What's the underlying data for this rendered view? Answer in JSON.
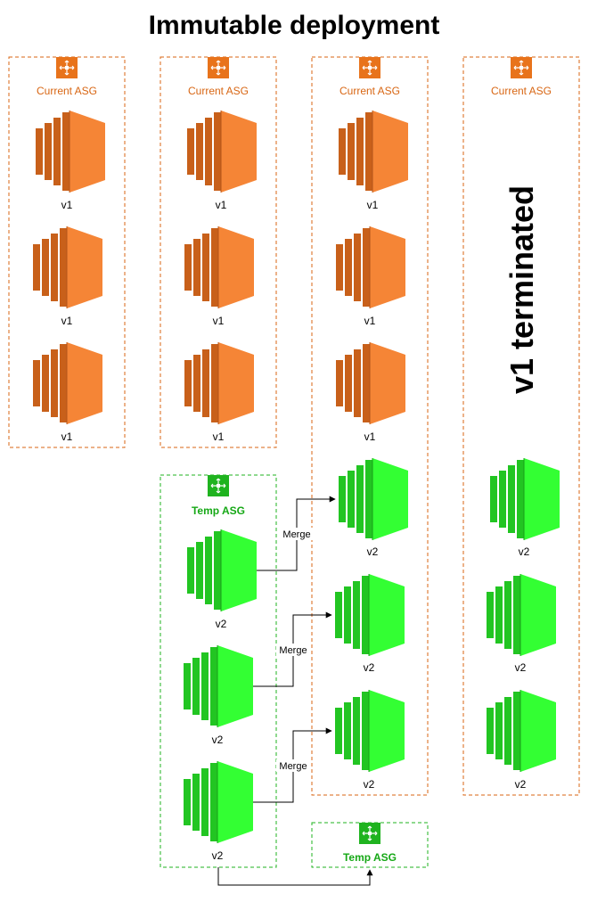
{
  "title": "Immutable deployment",
  "groups": {
    "current_label": "Current ASG",
    "temp_label": "Temp ASG"
  },
  "versions": {
    "v1": "v1",
    "v2": "v2"
  },
  "edges": {
    "merge_label": "Merge"
  },
  "terminated_text": "v1 terminated",
  "icons": {
    "group": "auto-scaling-group-icon",
    "instance": "ec2-instance-icon"
  },
  "colors": {
    "v1_front": "#f58536",
    "v1_side": "#c8601a",
    "v1_border": "#d86613",
    "v2_front": "#33ff33",
    "v2_side": "#22c522",
    "v2_border": "#1fb31f"
  }
}
